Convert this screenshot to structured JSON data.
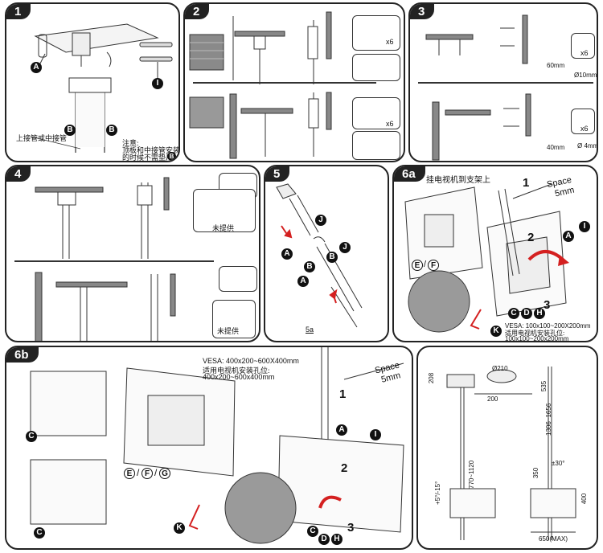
{
  "panels": {
    "p1": {
      "tab": "1",
      "note_left": "上接管或中接管",
      "note_title": "注意:",
      "note_line1": "顶板和中接管安装",
      "note_line2": "的时候不需垫片",
      "note_letter": "B",
      "circle_a": "A",
      "circle_i": "I",
      "circle_b1": "B",
      "circle_b2": "B"
    },
    "p2": {
      "tab": "2",
      "x6_top": "x6",
      "x6_bottom": "x6"
    },
    "p3": {
      "tab": "3",
      "x6_top": "x6",
      "x6_bottom": "x6",
      "depth_top": "60mm",
      "diam_top": "Ø10mm",
      "depth_bottom": "40mm",
      "diam_bottom": "Ø 4mm"
    },
    "p4": {
      "tab": "4",
      "not_supplied_top": "未提供",
      "not_supplied_bottom": "未提供"
    },
    "p5": {
      "tab": "5",
      "sub": "5a",
      "c_j1": "J",
      "c_a1": "A",
      "c_b1": "B",
      "c_b2": "B",
      "c_j2": "J",
      "c_a2": "A"
    },
    "p6a": {
      "tab": "6a",
      "title": "挂电视机到支架上",
      "space_label": "Space",
      "space_value": "5mm",
      "step1": "1",
      "step2": "2",
      "step3": "3",
      "vesa_line1": "VESA: 100x100~200X200mm",
      "vesa_line2": "适用电视机安装孔位:",
      "vesa_line3": "100x100~200x200mm",
      "c_a": "A",
      "c_i": "I",
      "c_e": "E",
      "c_f": "F",
      "c_c": "C",
      "c_d": "D",
      "c_h": "H",
      "c_k": "K"
    },
    "p6b": {
      "tab": "6b",
      "vesa_line1": "VESA: 400x200~600X400mm",
      "vesa_line2": "适用电视机安装孔位:",
      "vesa_line3": "400x200~600x400mm",
      "space_label": "Space",
      "space_value": "5mm",
      "step1": "1",
      "step2": "2",
      "step3": "3",
      "c_c1": "C",
      "c_c2": "C",
      "c_e": "E",
      "c_f": "F",
      "c_g": "G",
      "c_a": "A",
      "c_i": "I",
      "c_k": "K",
      "c_c3": "C",
      "c_d": "D",
      "c_h": "H"
    },
    "dims": {
      "d208": "208",
      "d210": "Ø210",
      "d200": "200",
      "d535": "535",
      "d1306": "1306~1656",
      "d770": "770~1120",
      "d350": "350",
      "angle": "±30°",
      "tilt": "+5°/-15°",
      "d400": "400",
      "d650": "650(MAX)"
    }
  },
  "colors": {
    "ink": "#222222",
    "red": "#d42020",
    "grey": "#9a9a9a"
  }
}
